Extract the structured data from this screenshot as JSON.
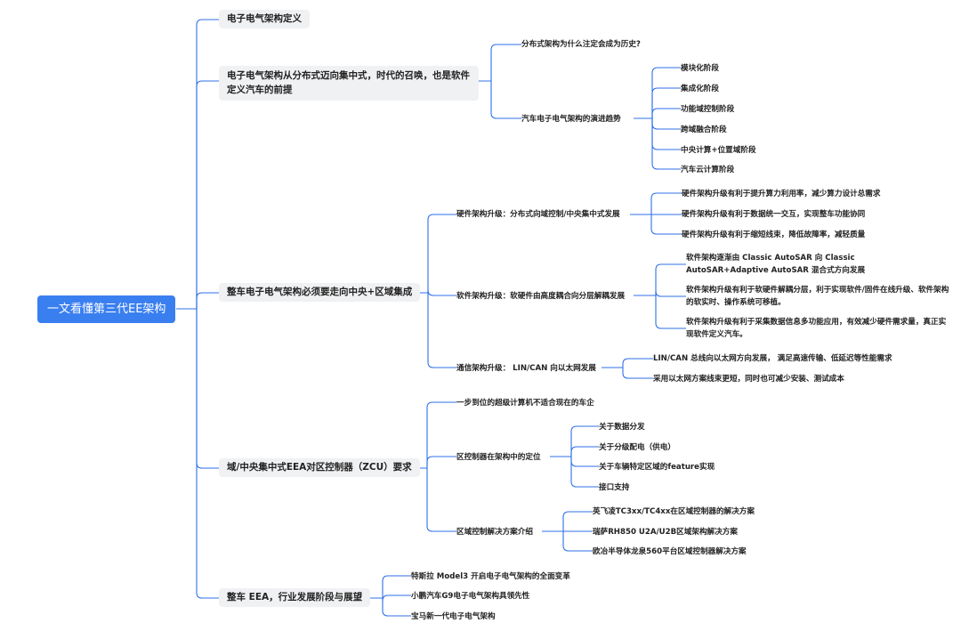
{
  "root": "一文看懂第三代EE架构",
  "branches": [
    {
      "label": "电子电气架构定义",
      "children": []
    },
    {
      "label": "电子电气架构从分布式迈向集中式，时代的召唤，也是软件定义汽车的前提",
      "children": [
        {
          "label": "分布式架构为什么注定会成为历史?",
          "children": []
        },
        {
          "label": "汽车电子电气架构的演进趋势",
          "children": [
            {
              "label": "模块化阶段"
            },
            {
              "label": "集成化阶段"
            },
            {
              "label": "功能域控制阶段"
            },
            {
              "label": "跨域融合阶段"
            },
            {
              "label": "中央计算+位置域阶段"
            },
            {
              "label": "汽车云计算阶段"
            }
          ]
        }
      ]
    },
    {
      "label": "整车电子电气架构必须要走向中央+区域集成",
      "children": [
        {
          "label": "硬件架构升级：分布式向域控制/中央集中式发展",
          "children": [
            {
              "label": "硬件架构升级有利于提升算力利用率，减少算力设计总需求"
            },
            {
              "label": "硬件架构升级有利于数据统一交互，实现整车功能协同"
            },
            {
              "label": "硬件架构升级有利于缩短线束，降低故障率，减轻质量"
            }
          ]
        },
        {
          "label": "软件架构升级：软硬件由高度耦合向分层解耦发展",
          "children": [
            {
              "label": "软件架构逐渐由 Classic AutoSAR 向 Classic AutoSAR+Adaptive AutoSAR 混合式方向发展"
            },
            {
              "label": "软件架构升级有利于软硬件解耦分层，利于实现软件/固件在线升级、软件架构的软实时、操作系统可移植。"
            },
            {
              "label": "软件架构升级有利于采集数据信息多功能应用，有效减少硬件需求量，真正实现软件定义汽车。"
            }
          ]
        },
        {
          "label": "通信架构升级： LIN/CAN 向以太网发展",
          "children": [
            {
              "label": "LIN/CAN 总线向以太网方向发展， 满足高速传输、低延迟等性能需求"
            },
            {
              "label": "采用以太网方案线束更短，同时也可减少安装、测试成本"
            }
          ]
        }
      ]
    },
    {
      "label": "域/中央集中式EEA对区控制器（ZCU）要求",
      "children": [
        {
          "label": "一步到位的超级计算机不适合现在的车企",
          "children": []
        },
        {
          "label": "区控制器在架构中的定位",
          "children": [
            {
              "label": "关于数据分发"
            },
            {
              "label": "关于分级配电（供电）"
            },
            {
              "label": "关于车辆特定区域的feature实现"
            },
            {
              "label": "接口支持"
            }
          ]
        },
        {
          "label": "区域控制解决方案介绍",
          "children": [
            {
              "label": "英飞凌TC3xx/TC4xx在区域控制器的解决方案"
            },
            {
              "label": "瑞萨RH850 U2A/U2B区域架构解决方案"
            },
            {
              "label": "欧冶半导体龙泉560平台区域控制器解决方案"
            }
          ]
        }
      ]
    },
    {
      "label": "整车 EEA，行业发展阶段与展望",
      "children": [
        {
          "label": "特斯拉 Model3 开启电子电气架构的全面变革",
          "children": []
        },
        {
          "label": "小鹏汽车G9电子电气架构具领先性",
          "children": []
        },
        {
          "label": "宝马新一代电子电气架构",
          "children": []
        }
      ]
    }
  ]
}
